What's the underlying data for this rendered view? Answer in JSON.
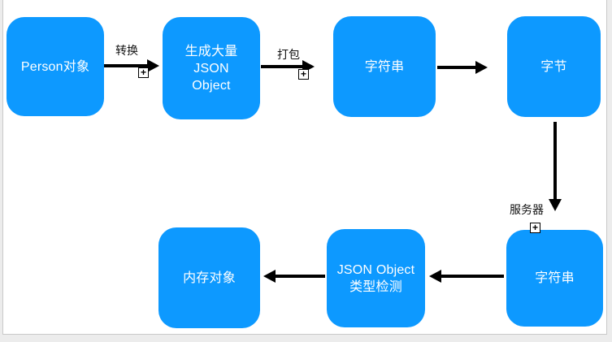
{
  "diagram": {
    "nodes": [
      {
        "id": "person-object",
        "lines": [
          "Person对象"
        ]
      },
      {
        "id": "generate-json",
        "lines": [
          "生成大量",
          "JSON",
          "Object"
        ]
      },
      {
        "id": "string-top",
        "lines": [
          "字符串"
        ]
      },
      {
        "id": "byte",
        "lines": [
          "字节"
        ]
      },
      {
        "id": "string-bottom",
        "lines": [
          "字符串"
        ]
      },
      {
        "id": "json-type-check",
        "lines": [
          "JSON Object",
          "类型检测"
        ]
      },
      {
        "id": "memory-object",
        "lines": [
          "内存对象"
        ]
      }
    ],
    "edge_labels": [
      {
        "id": "convert",
        "text": "转换"
      },
      {
        "id": "pack",
        "text": "打包"
      },
      {
        "id": "server",
        "text": "服务器"
      }
    ],
    "icons": {
      "plus": "+"
    },
    "colors": {
      "node_fill": "#0d99ff",
      "node_text": "#ffffff",
      "arrow": "#000000",
      "label_text": "#111111",
      "page": "#ffffff",
      "outside_background": "#ececec",
      "page_border": "#c9c9c9"
    }
  }
}
